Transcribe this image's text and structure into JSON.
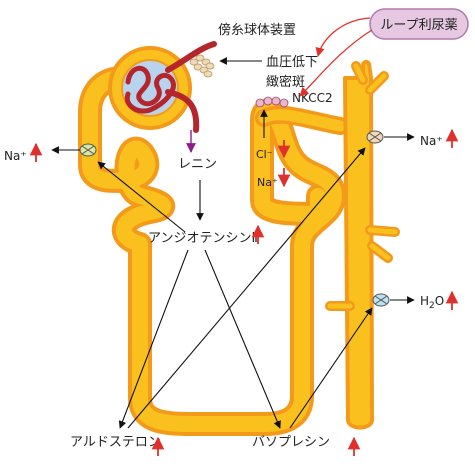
{
  "labels": {
    "jga": "傍糸球体装置",
    "loop_diuretic": "ループ利尿薬",
    "bp_drop": "血圧低下",
    "macula_densa": "緻密斑",
    "nkcc2": "NKCC2",
    "na_left": "Na⁺",
    "cl": "Cl⁻",
    "na_mid": "Na⁺",
    "na_right": "Na⁺",
    "renin": "レニン",
    "angiotensin": "アンジオテンシンⅡ",
    "h2o_base": "H",
    "h2o_sub": "2",
    "h2o_end": "O",
    "aldosterone": "アルドステロン",
    "vasopressin": "バソプレシン"
  },
  "colors": {
    "tubule_fill": "#F9C01E",
    "tubule_edge": "#F49A1B",
    "vessel": "#B5262C",
    "glomerulus_bg": "#B8D3EE",
    "diuretic_box": "#E6C8E3",
    "arrow_red": "#E0302B",
    "channel_green": "#D8E8A0",
    "channel_blue": "#BDE3F2",
    "channel_tan": "#F0D9B5"
  },
  "icons": [
    "arrow-up-icon",
    "arrow-down-icon",
    "channel-icon"
  ]
}
